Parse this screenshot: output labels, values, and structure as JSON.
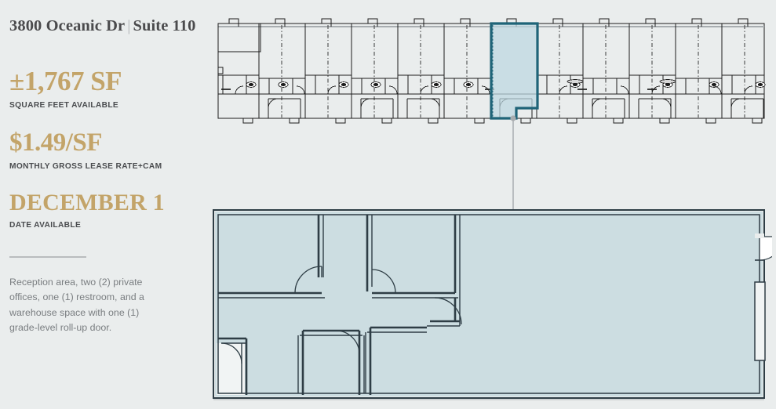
{
  "listing": {
    "address": "3800 Oceanic Dr",
    "separator": "|",
    "suite": "Suite 110",
    "stats": [
      {
        "value": "±1,767 SF",
        "label": "SQUARE FEET AVAILABLE",
        "style": "sf"
      },
      {
        "value": "$1.49/SF",
        "label": "MONTHLY GROSS LEASE RATE+CAM",
        "style": "rate"
      },
      {
        "value": "DECEMBER 1",
        "label": "DATE AVAILABLE",
        "style": "date"
      }
    ],
    "description": "Reception area, two (2) private offices, one (1) restroom, and a warehouse space with one (1) grade-level roll-up door."
  },
  "colors": {
    "background": "#eaeded",
    "accent_gold": "#c3a469",
    "heading_text": "#4b4b4d",
    "body_text": "#7a7e81",
    "label_text": "#4a4c4f",
    "divider": "#b9bcbe",
    "highlight_stroke": "#1f6478",
    "highlight_fill": "#bcd7e0",
    "room_fill": "#ccdde1",
    "wall_stroke": "#2e3d45",
    "plan_line": "#1d1d1d",
    "leader_line": "#a9adb0"
  },
  "site_plan": {
    "name": "building-site-plan",
    "description": "Multi-tenant single-story building floor plan showing twelve adjacent suites in a row",
    "highlighted_unit": "Suite 110",
    "unit_count": 12
  },
  "detail_plan": {
    "name": "suite-110-floor-plan",
    "rooms": [
      "reception area",
      "private office 1",
      "private office 2",
      "restroom",
      "warehouse"
    ],
    "doors": 6,
    "roll_up_doors": 1
  },
  "leader": {
    "name": "callout-leader-line"
  }
}
